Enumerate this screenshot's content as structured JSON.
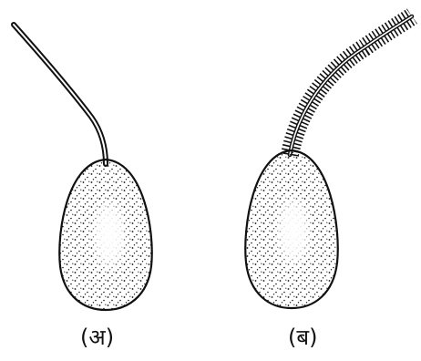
{
  "figures": [
    {
      "label": "(अ)",
      "flagellum": "whiplash"
    },
    {
      "label": "(ब)",
      "flagellum": "tinsel"
    }
  ],
  "colors": {
    "ink": "#111111",
    "background": "#ffffff"
  }
}
